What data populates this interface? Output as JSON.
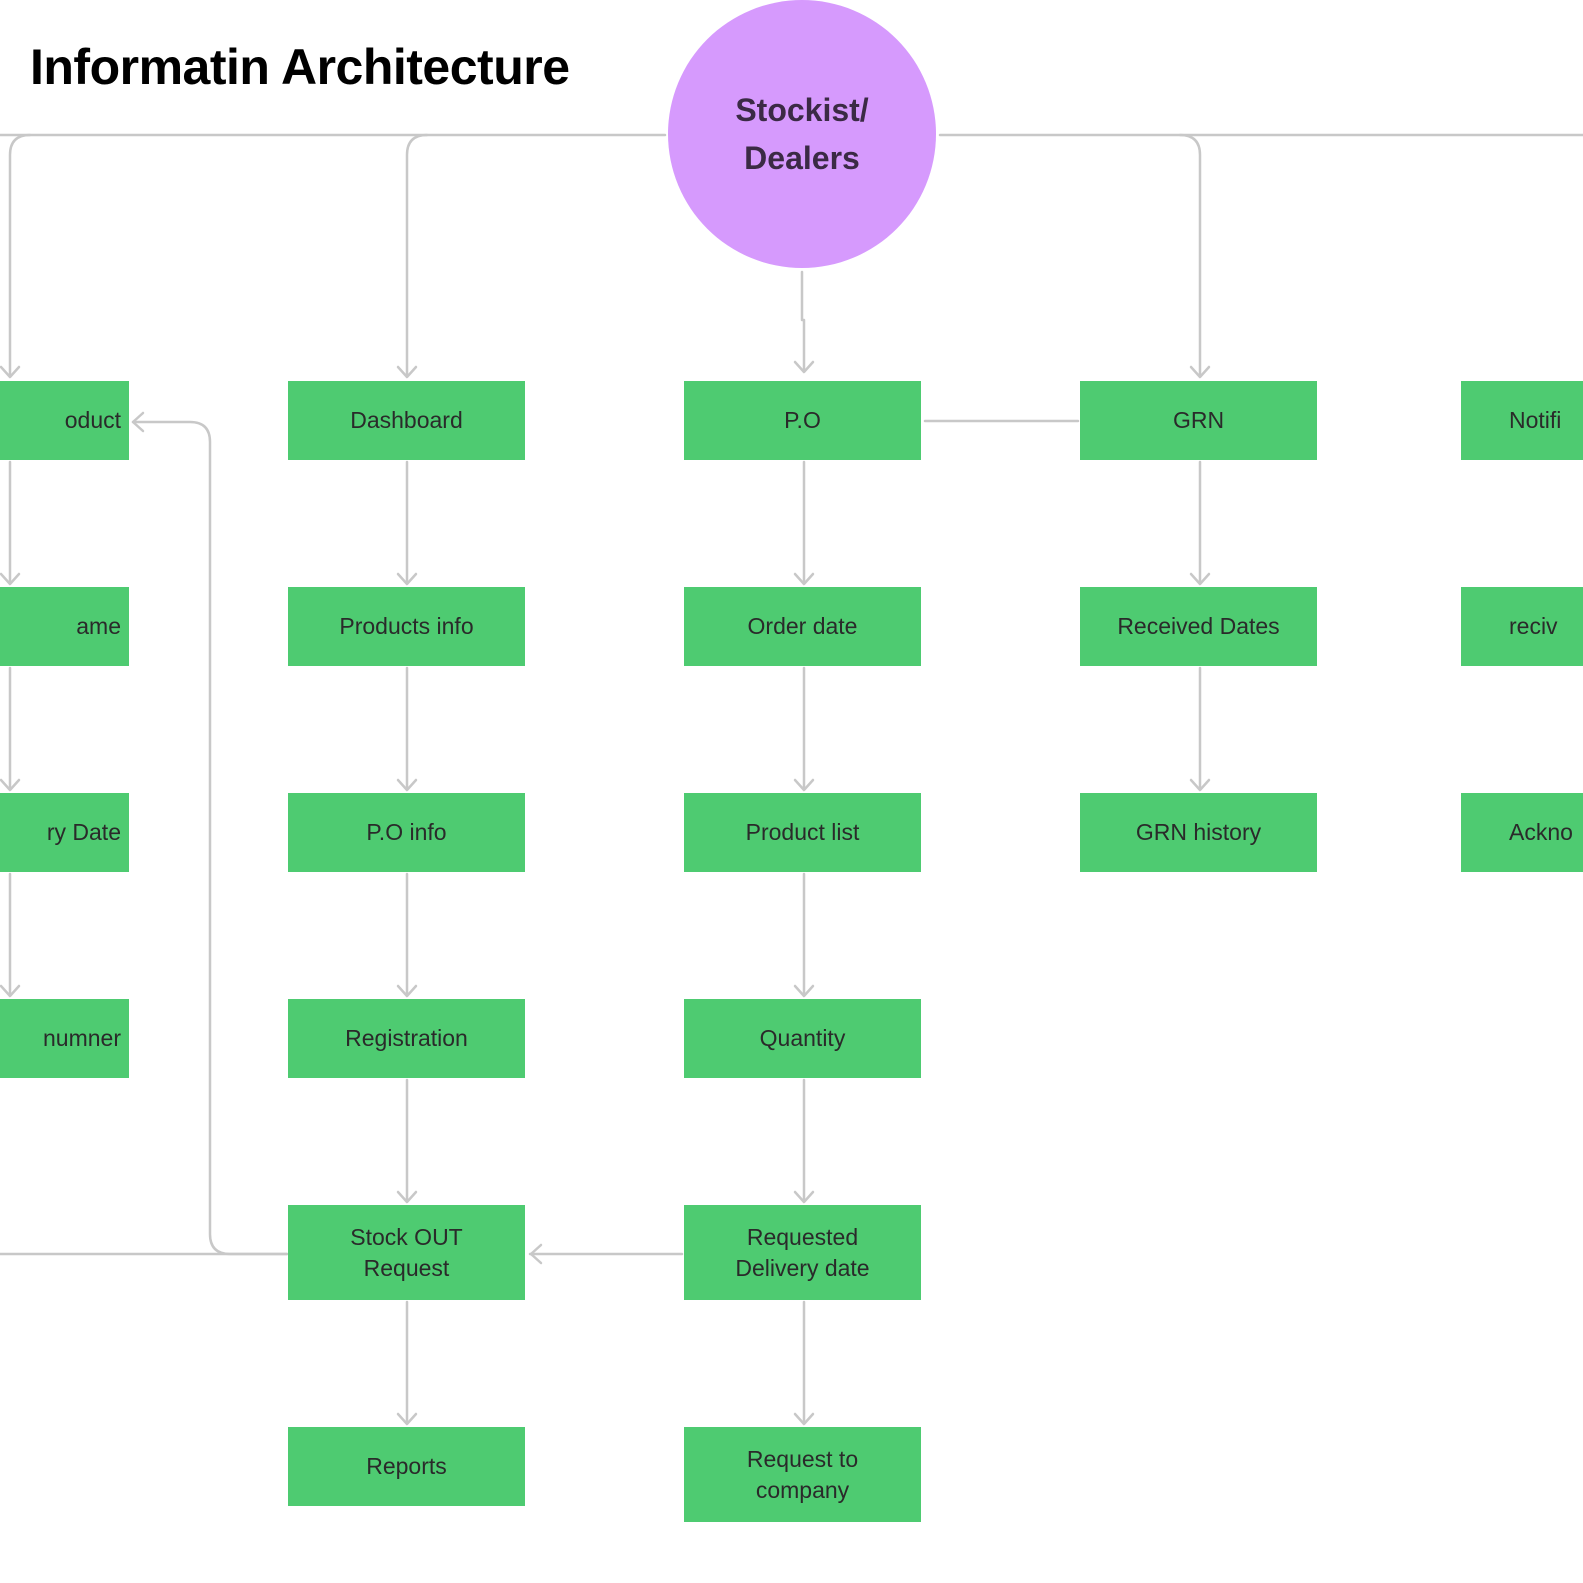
{
  "title": "Informatin Architecture",
  "colors": {
    "root_fill": "#d69afd",
    "node_fill": "#4ecb71",
    "connector": "#c8c8c8",
    "text": "#2a2a2a"
  },
  "root": {
    "label": "Stockist/\nDealers"
  },
  "columns": {
    "product": {
      "nodes": [
        {
          "label": "oduct"
        },
        {
          "label": "ame"
        },
        {
          "label": "ry Date"
        },
        {
          "label": "numner"
        }
      ]
    },
    "dashboard": {
      "nodes": [
        {
          "label": "Dashboard"
        },
        {
          "label": "Products info"
        },
        {
          "label": "P.O info"
        },
        {
          "label": "Registration"
        },
        {
          "label": "Stock OUT\nRequest"
        },
        {
          "label": "Reports"
        }
      ]
    },
    "po": {
      "nodes": [
        {
          "label": "P.O"
        },
        {
          "label": "Order date"
        },
        {
          "label": "Product list"
        },
        {
          "label": "Quantity"
        },
        {
          "label": "Requested\nDelivery date"
        },
        {
          "label": "Request to\ncompany"
        }
      ]
    },
    "grn": {
      "nodes": [
        {
          "label": "GRN"
        },
        {
          "label": "Received Dates"
        },
        {
          "label": "GRN history"
        }
      ]
    },
    "notification": {
      "nodes": [
        {
          "label": "Notifi"
        },
        {
          "label": "reciv"
        },
        {
          "label": "Ackno"
        }
      ]
    }
  }
}
